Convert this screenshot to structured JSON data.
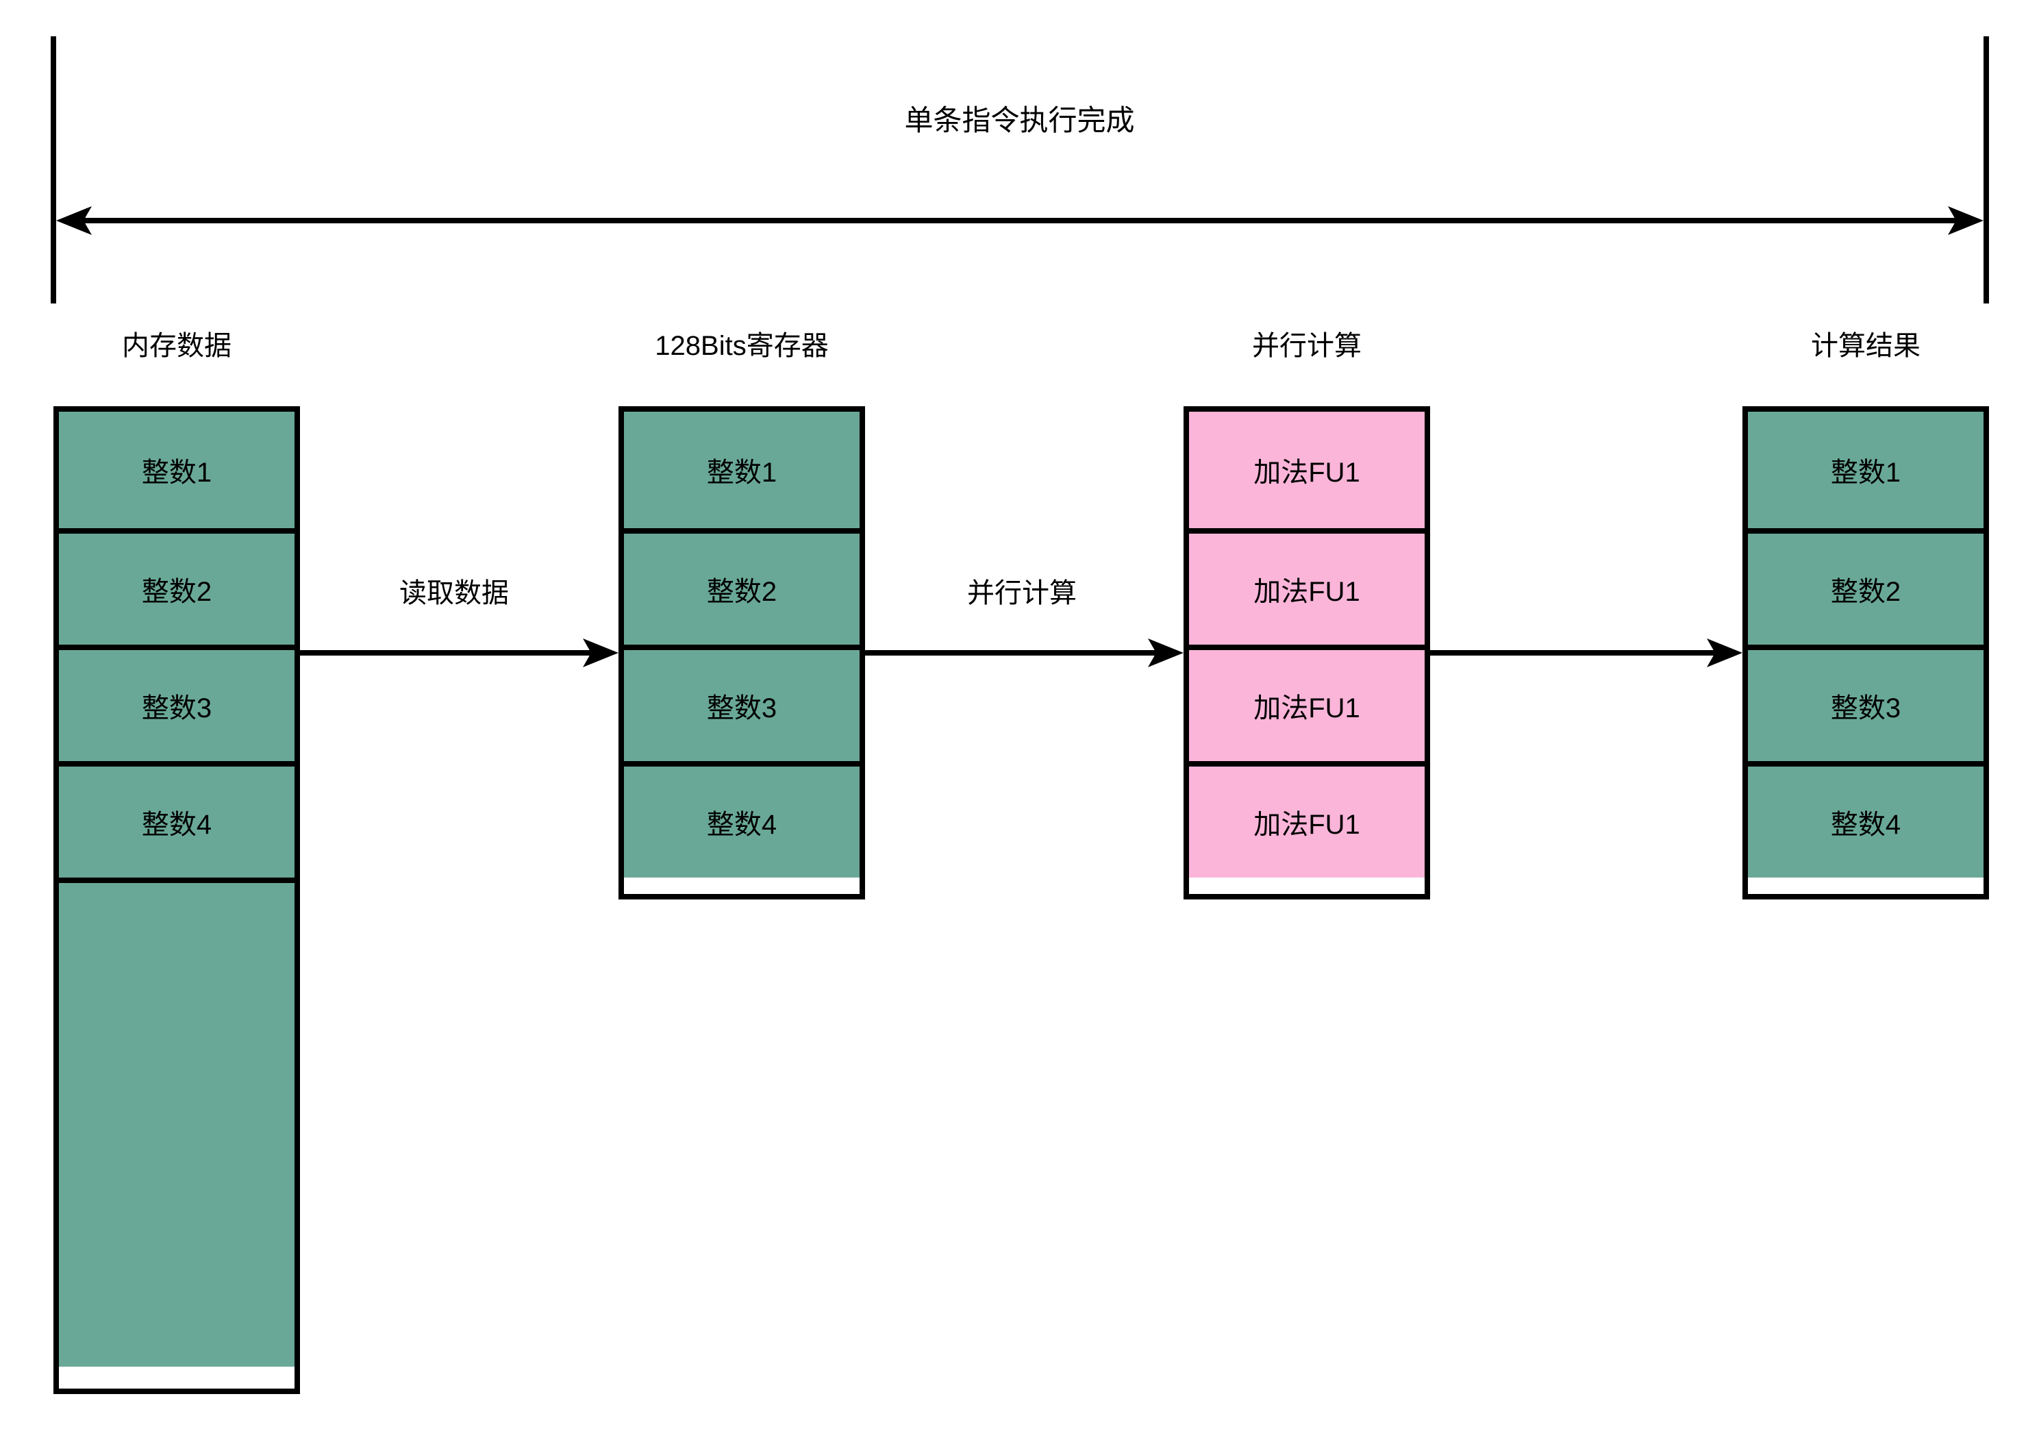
{
  "annotation": {
    "title": "单条指令执行完成"
  },
  "columns": [
    {
      "header": "内存数据",
      "cells": [
        "整数1",
        "整数2",
        "整数3",
        "整数4"
      ],
      "extra_cell": "",
      "fill": "#69A896"
    },
    {
      "header": "128Bits寄存器",
      "cells": [
        "整数1",
        "整数2",
        "整数3",
        "整数4"
      ],
      "fill": "#69A896"
    },
    {
      "header": "并行计算",
      "cells": [
        "加法FU1",
        "加法FU1",
        "加法FU1",
        "加法FU1"
      ],
      "fill": "#FBB5D9"
    },
    {
      "header": "计算结果",
      "cells": [
        "整数1",
        "整数2",
        "整数3",
        "整数4"
      ],
      "fill": "#69A896"
    }
  ],
  "arrows": [
    {
      "label": "读取数据"
    },
    {
      "label": "并行计算"
    },
    {
      "label": ""
    }
  ],
  "colors": {
    "box_green": "#69A896",
    "box_pink": "#FBB5D9",
    "line": "#000000",
    "background": "#FFFFFF"
  }
}
